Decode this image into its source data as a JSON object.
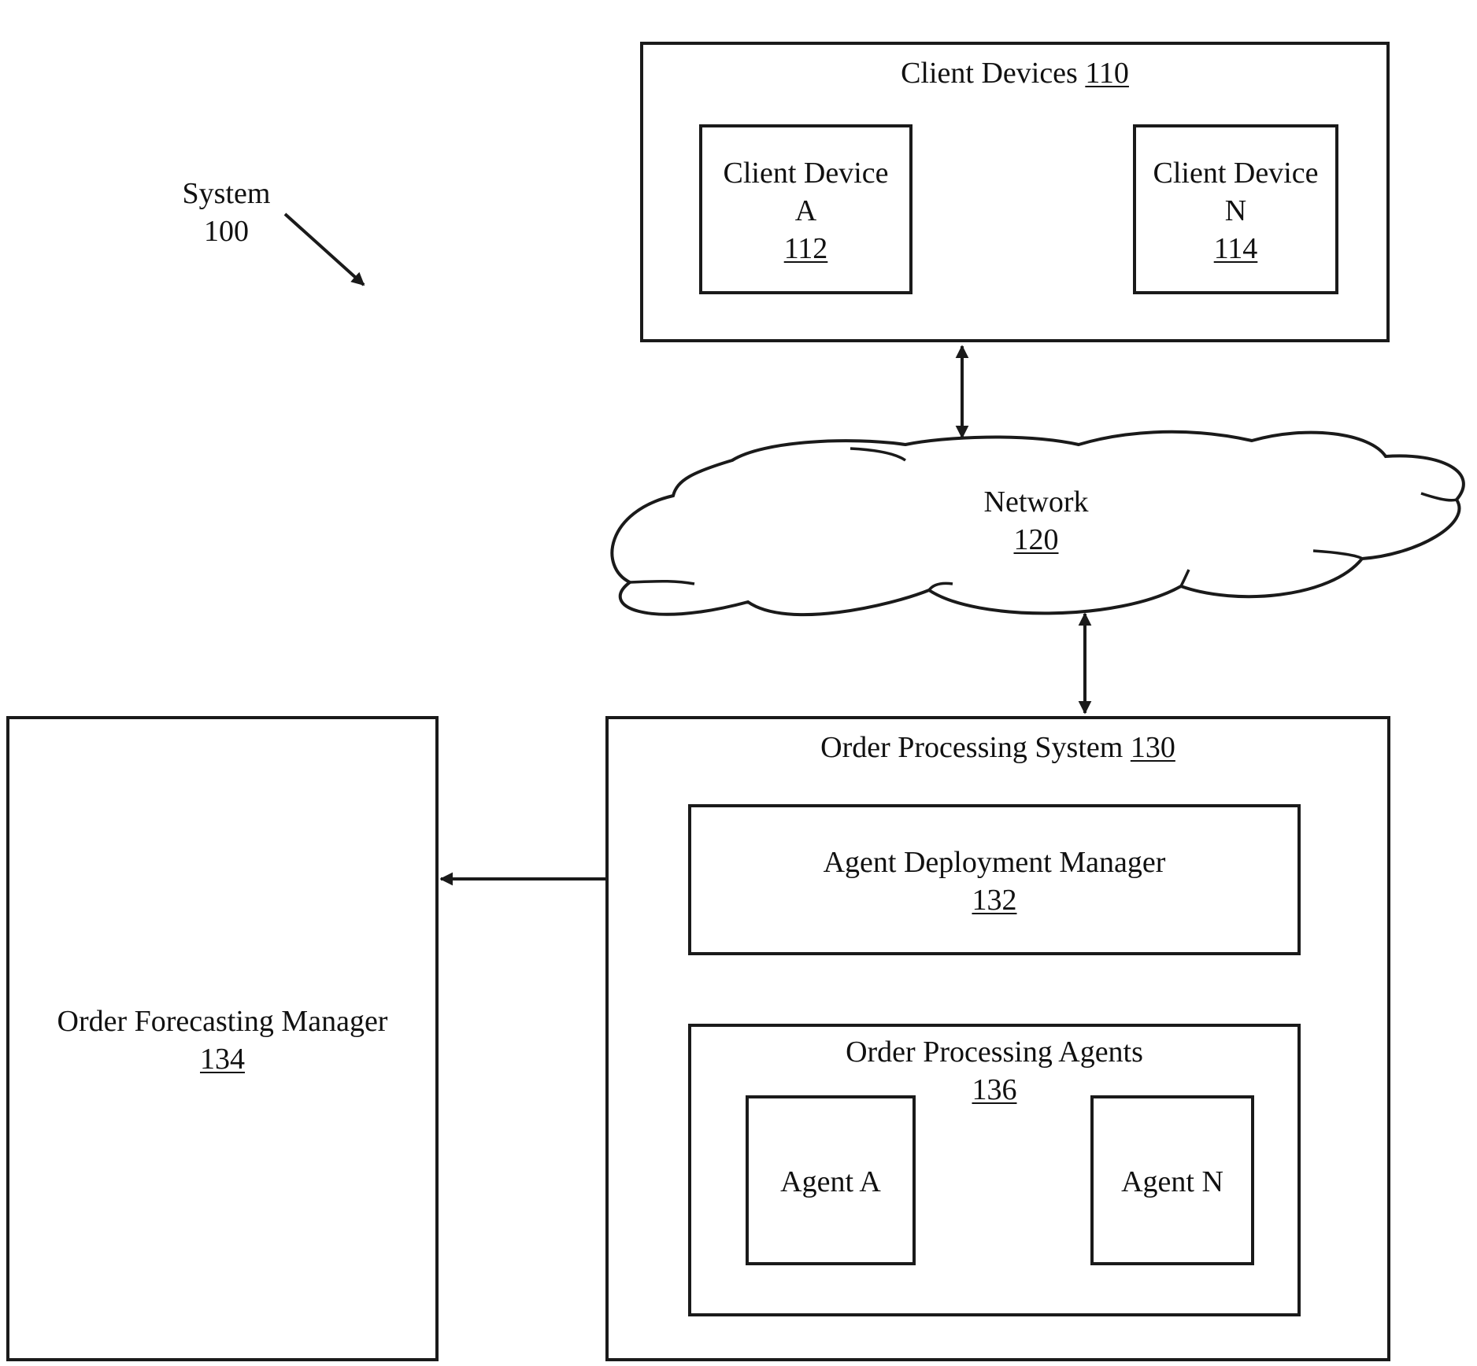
{
  "system": {
    "name": "System",
    "ref": "100"
  },
  "client_devices": {
    "title": "Client Devices",
    "ref": "110"
  },
  "client_device_a": {
    "line1": "Client Device",
    "line2": "A",
    "ref": "112"
  },
  "client_device_n": {
    "line1": "Client Device",
    "line2": "N",
    "ref": "114"
  },
  "network": {
    "title": "Network",
    "ref": "120"
  },
  "order_processing_system": {
    "title": "Order Processing System",
    "ref": "130"
  },
  "agent_deployment_manager": {
    "title": "Agent Deployment Manager",
    "ref": "132"
  },
  "order_forecasting_manager": {
    "title": "Order Forecasting Manager",
    "ref": "134"
  },
  "order_processing_agents": {
    "title": "Order Processing Agents",
    "ref": "136"
  },
  "agent_a": {
    "title": "Agent A"
  },
  "agent_n": {
    "title": "Agent N"
  },
  "colors": {
    "line": "#1a1a1a",
    "background": "#ffffff"
  }
}
